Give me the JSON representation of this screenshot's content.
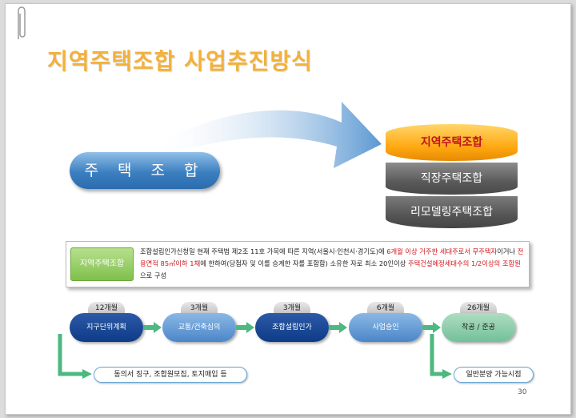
{
  "title": "지역주택조합 사업추진방식",
  "left_pill": "주 택 조 합",
  "cylinder": [
    "지역주택조합",
    "직장주택조합",
    "리모델링주택조합"
  ],
  "info": {
    "tag": "지역주택조합",
    "t1": "조합설립인가신청일 현재 주택법 제2조 11호 가목에 따른 지역(서울시·인천시·경기도)에 ",
    "t2": "6개월 이상 거주한 세대주로서 무주택자",
    "t3": "이거나 ",
    "t4": "전용면적 85㎡이하 1채",
    "t5": "에 한하여(당첨자 및 이를 승계한 자를 포함함) 소유한 자로 최소 20인이상 ",
    "t6": "주택건설예정세대수의 1/2이상의 조합원",
    "t7": "으로 구성"
  },
  "steps": [
    {
      "period": "12개월",
      "label": "지구단위계획"
    },
    {
      "period": "3개월",
      "label": "교통/건축심의"
    },
    {
      "period": "3개월",
      "label": "조합설립인가"
    },
    {
      "period": "6개월",
      "label": "사업승인"
    },
    {
      "period": "26개월",
      "label": "착공 / 준공"
    }
  ],
  "results": [
    "동의서 징구, 조합원모집, 토지매입 등",
    "일반분양 가능시점"
  ],
  "page_number": "30",
  "colors": {
    "title": "#f3b13a",
    "accent_red": "#d0161b",
    "step_dark": "#0d3b87",
    "step_light": "#4b86c8",
    "connector": "#4db880"
  }
}
